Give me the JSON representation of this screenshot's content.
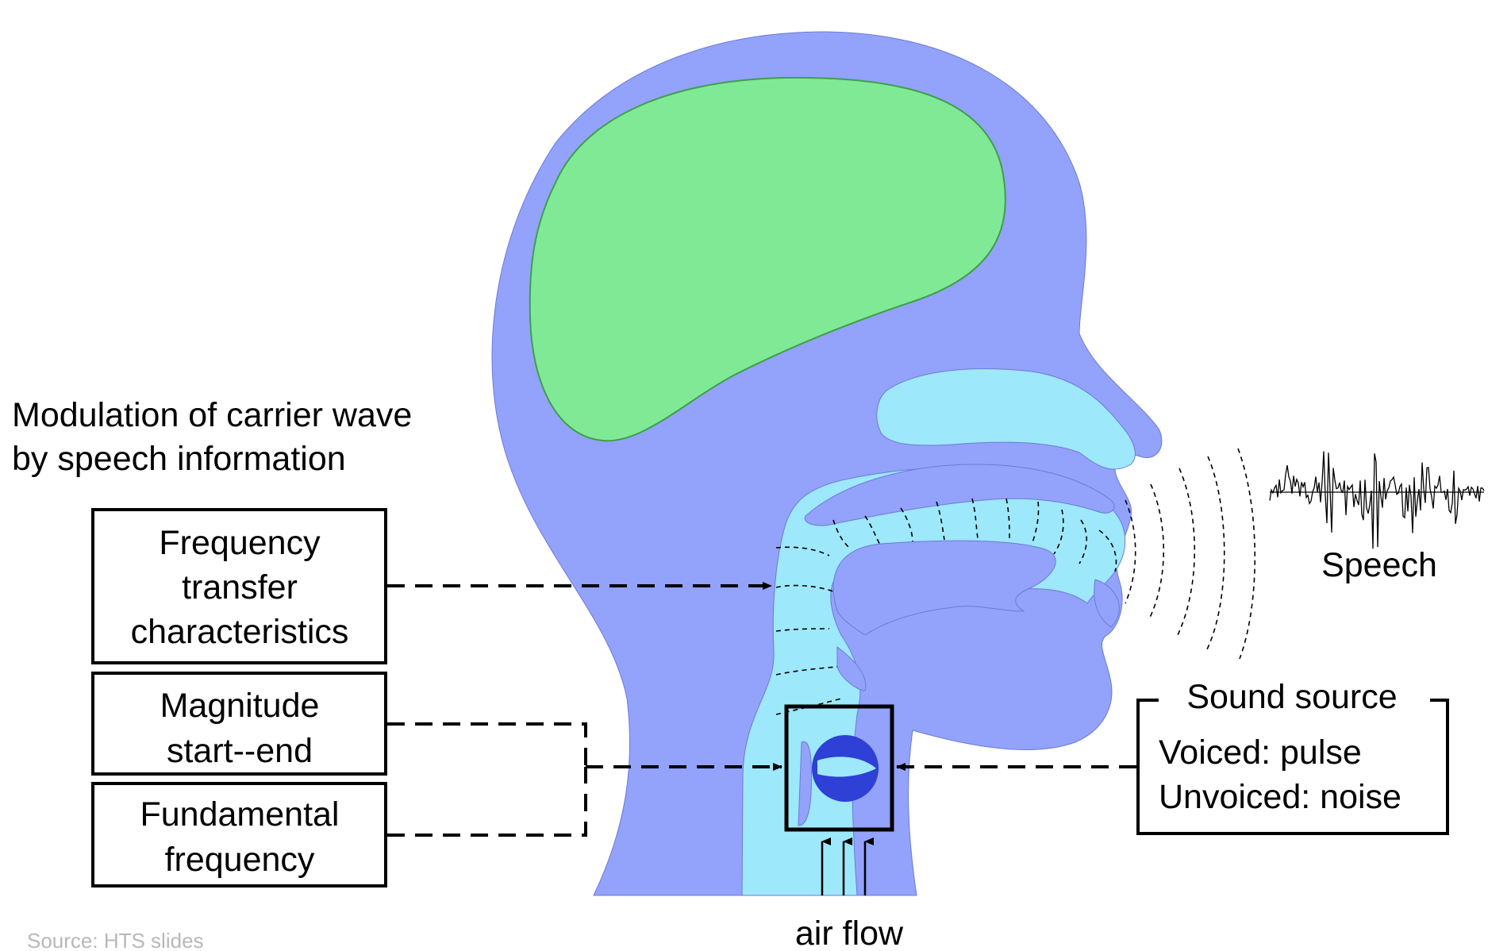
{
  "title": {
    "line1": "Modulation of carrier wave",
    "line2": "by speech information"
  },
  "boxes": {
    "frequency_transfer": {
      "line1": "Frequency",
      "line2": "transfer",
      "line3": "characteristics"
    },
    "magnitude": {
      "line1": "Magnitude",
      "line2": "start--end"
    },
    "fundamental": {
      "line1": "Fundamental",
      "line2": "frequency"
    }
  },
  "sound_source": {
    "title": "Sound source",
    "line1": "Voiced: pulse",
    "line2": "Unvoiced: noise"
  },
  "speech_label": "Speech",
  "air_flow_label": "air flow",
  "source_caption": "Source: HTS slides",
  "colors": {
    "head": "#93a2fb",
    "brain": "#80e995",
    "brain_outline": "#3f9f4c",
    "vocal_tract": "#9de8fa",
    "vocal_folds": "#2e40d6",
    "lines": "#000000",
    "caption": "#b8b8b8"
  },
  "icons": {
    "speech_waveform": "waveform-icon",
    "sound_waves": "sound-wave-arcs"
  }
}
